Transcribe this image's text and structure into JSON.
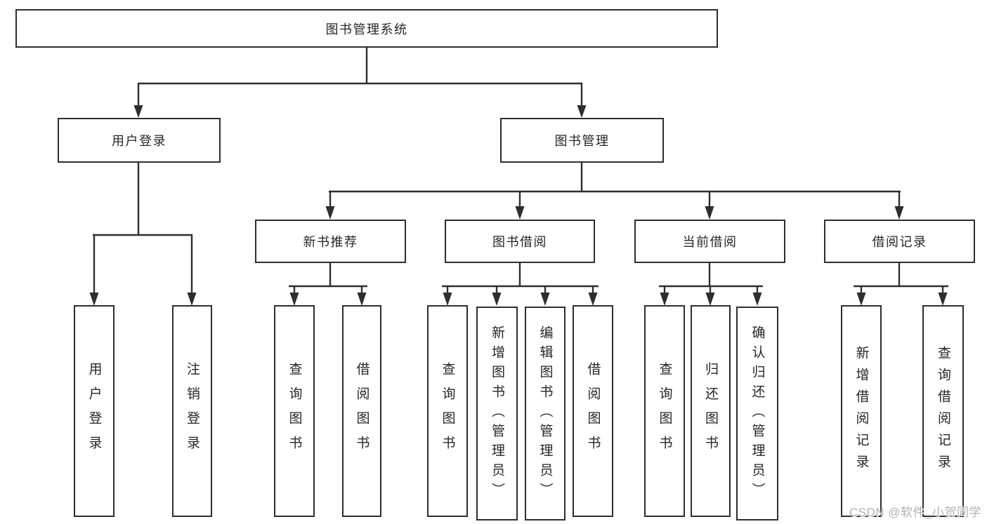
{
  "colors": {
    "line": "#2e2e2e",
    "text": "#262626",
    "box_background": "#ffffff",
    "watermark": "#aeb1b5"
  },
  "watermark": "CSDN @软件_小贺同学",
  "tree": {
    "root": "图书管理系统",
    "level2": {
      "user_login": "用户登录",
      "book_mgmt": "图书管理"
    },
    "level3": {
      "new_book_rec": "新书推荐",
      "book_borrow": "图书借阅",
      "current_borrow": "当前借阅",
      "borrow_record": "借阅记录"
    },
    "leaves": {
      "user_login": "用户登录",
      "logout": "注销登录",
      "nbr_query_books": "查询图书",
      "nbr_borrow_books": "借阅图书",
      "bb_query_books": "查询图书",
      "bb_add_books": "新增图书（管理员）",
      "bb_edit_books": "编辑图书（管理员）",
      "bb_borrow_books": "借阅图书",
      "cb_query_books": "查询图书",
      "cb_return_books": "归还图书",
      "cb_confirm_return": "确认归还（管理员）",
      "br_add_record": "新增借阅记录",
      "br_query_record": "查询借阅记录"
    }
  }
}
